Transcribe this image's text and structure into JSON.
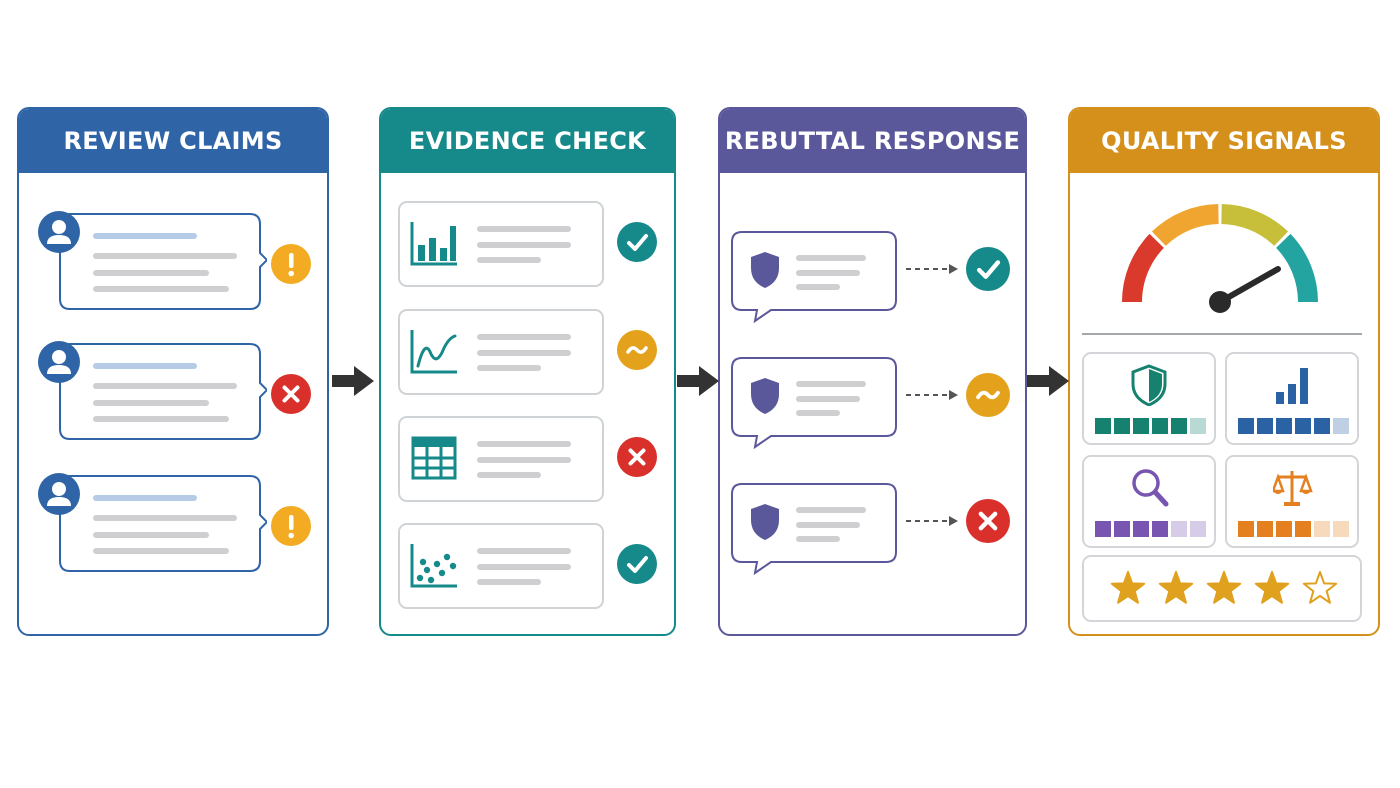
{
  "stages": [
    {
      "title": "REVIEW CLAIMS",
      "color": "#2f65a7"
    },
    {
      "title": "EVIDENCE CHECK",
      "color": "#16898a"
    },
    {
      "title": "REBUTTAL RESPONSE",
      "color": "#5a589a"
    },
    {
      "title": "QUALITY SIGNALS",
      "color": "#d4901a"
    }
  ],
  "review_claims": [
    {
      "icon": "user-icon",
      "status": "warning"
    },
    {
      "icon": "user-icon",
      "status": "error"
    },
    {
      "icon": "user-icon",
      "status": "warning"
    }
  ],
  "evidence": [
    {
      "icon": "bar-chart-icon",
      "status": "check"
    },
    {
      "icon": "line-chart-icon",
      "status": "partial"
    },
    {
      "icon": "table-icon",
      "status": "error"
    },
    {
      "icon": "scatter-plot-icon",
      "status": "check"
    }
  ],
  "rebuttals": [
    {
      "icon": "shield-icon",
      "status": "check"
    },
    {
      "icon": "shield-icon",
      "status": "partial"
    },
    {
      "icon": "shield-icon",
      "status": "error"
    }
  ],
  "quality": {
    "gauge_segments": [
      "#d93a2b",
      "#f0a531",
      "#c7bf3a",
      "#23a4a0"
    ],
    "tiles": [
      {
        "icon": "shield-icon",
        "color": "#17816f",
        "level": 5,
        "total": 6
      },
      {
        "icon": "bar-chart-icon",
        "color": "#2b62a4",
        "level": 5,
        "total": 6
      },
      {
        "icon": "magnifier-icon",
        "color": "#7755b0",
        "level": 4,
        "total": 6
      },
      {
        "icon": "scales-icon",
        "color": "#e4801f",
        "level": 4,
        "total": 6
      }
    ],
    "rating": 4,
    "rating_max": 5
  },
  "status_colors": {
    "check": "#16898a",
    "partial": "#e4a21c",
    "warning": "#f2ab23",
    "error": "#d9302c"
  }
}
